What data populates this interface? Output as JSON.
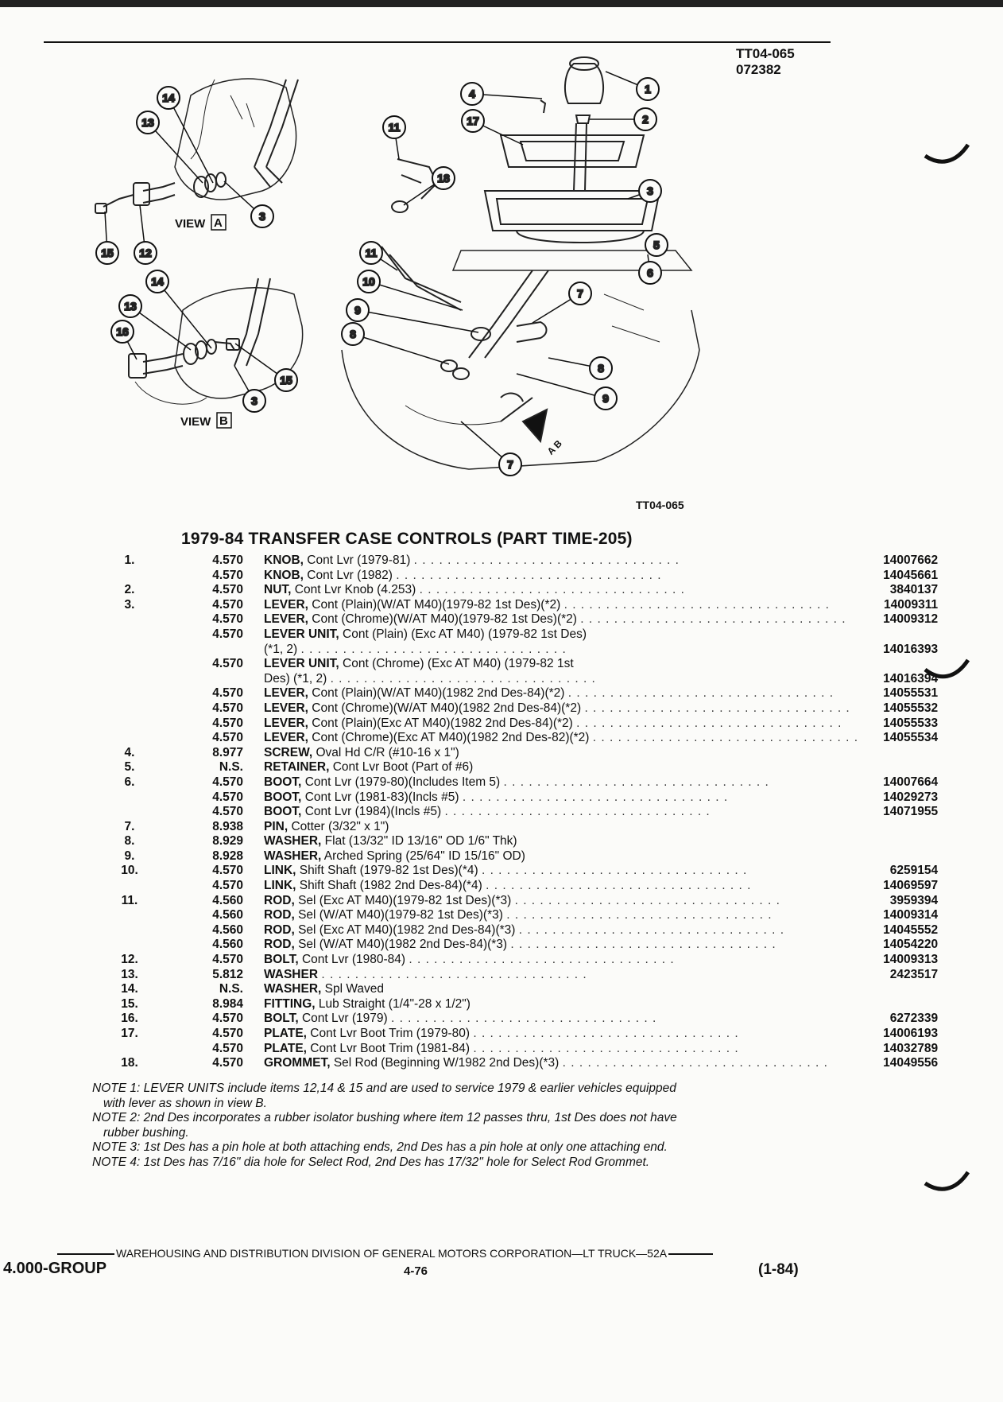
{
  "header": {
    "ref_lines": [
      "TT04-065",
      "072382"
    ]
  },
  "figure": {
    "view_a_label": "VIEW",
    "view_a_letter": "A",
    "view_b_label": "VIEW",
    "view_b_letter": "B",
    "figure_code": "TT04-065",
    "arrow_letters": "A B",
    "callouts_view_a": [
      "14",
      "13",
      "15",
      "12",
      "3"
    ],
    "callouts_view_b": [
      "14",
      "13",
      "16",
      "15",
      "3"
    ],
    "callouts_main": [
      "4",
      "1",
      "2",
      "17",
      "11",
      "18",
      "3",
      "5",
      "6",
      "11",
      "10",
      "9",
      "8",
      "7",
      "8",
      "9",
      "7"
    ]
  },
  "title": "1979-84 TRANSFER CASE CONTROLS (PART TIME-205)",
  "parts": [
    {
      "num": "1.",
      "grp": "4.570",
      "name": "KNOB,",
      "desc": "Cont Lvr (1979-81)",
      "pn": "14007662"
    },
    {
      "num": "",
      "grp": "4.570",
      "name": "KNOB,",
      "desc": "Cont Lvr (1982)",
      "pn": "14045661"
    },
    {
      "num": "2.",
      "grp": "4.570",
      "name": "NUT,",
      "desc": "Cont Lvr Knob (4.253)",
      "pn": "3840137"
    },
    {
      "num": "3.",
      "grp": "4.570",
      "name": "LEVER,",
      "desc": "Cont (Plain)(W/AT M40)(1979-82 1st Des)(*2)",
      "pn": "14009311"
    },
    {
      "num": "",
      "grp": "4.570",
      "name": "LEVER,",
      "desc": "Cont (Chrome)(W/AT M40)(1979-82 1st Des)(*2)",
      "pn": "14009312"
    },
    {
      "num": "",
      "grp": "4.570",
      "name": "LEVER UNIT,",
      "desc": "Cont (Plain) (Exc AT M40) (1979-82 1st Des)",
      "pn": ""
    },
    {
      "num": "",
      "grp": "",
      "name": "",
      "desc": "(*1, 2)",
      "pn": "14016393"
    },
    {
      "num": "",
      "grp": "4.570",
      "name": "LEVER UNIT,",
      "desc": "Cont (Chrome) (Exc AT M40) (1979-82 1st",
      "pn": ""
    },
    {
      "num": "",
      "grp": "",
      "name": "",
      "desc": "Des) (*1, 2)",
      "pn": "14016394"
    },
    {
      "num": "",
      "grp": "4.570",
      "name": "LEVER,",
      "desc": "Cont (Plain)(W/AT M40)(1982 2nd Des-84)(*2)",
      "pn": "14055531"
    },
    {
      "num": "",
      "grp": "4.570",
      "name": "LEVER,",
      "desc": "Cont (Chrome)(W/AT M40)(1982 2nd Des-84)(*2)",
      "pn": "14055532"
    },
    {
      "num": "",
      "grp": "4.570",
      "name": "LEVER,",
      "desc": "Cont (Plain)(Exc AT M40)(1982 2nd Des-84)(*2)",
      "pn": "14055533"
    },
    {
      "num": "",
      "grp": "4.570",
      "name": "LEVER,",
      "desc": "Cont (Chrome)(Exc AT M40)(1982 2nd Des-82)(*2)",
      "pn": "14055534"
    },
    {
      "num": "4.",
      "grp": "8.977",
      "name": "SCREW,",
      "desc": "Oval Hd C/R (#10-16 x 1\")",
      "pn": ""
    },
    {
      "num": "5.",
      "grp": "N.S.",
      "name": "RETAINER,",
      "desc": "Cont Lvr Boot (Part of #6)",
      "pn": ""
    },
    {
      "num": "6.",
      "grp": "4.570",
      "name": "BOOT,",
      "desc": "Cont Lvr (1979-80)(Includes Item 5)",
      "pn": "14007664"
    },
    {
      "num": "",
      "grp": "4.570",
      "name": "BOOT,",
      "desc": "Cont Lvr (1981-83)(Incls #5)",
      "pn": "14029273"
    },
    {
      "num": "",
      "grp": "4.570",
      "name": "BOOT,",
      "desc": "Cont Lvr (1984)(Incls #5)",
      "pn": "14071955"
    },
    {
      "num": "7.",
      "grp": "8.938",
      "name": "PIN,",
      "desc": "Cotter (3/32\" x 1\")",
      "pn": ""
    },
    {
      "num": "8.",
      "grp": "8.929",
      "name": "WASHER,",
      "desc": "Flat (13/32\" ID 13/16\" OD 1/6\" Thk)",
      "pn": ""
    },
    {
      "num": "9.",
      "grp": "8.928",
      "name": "WASHER,",
      "desc": "Arched Spring (25/64\" ID 15/16\" OD)",
      "pn": ""
    },
    {
      "num": "10.",
      "grp": "4.570",
      "name": "LINK,",
      "desc": "Shift Shaft (1979-82 1st Des)(*4)",
      "pn": "6259154"
    },
    {
      "num": "",
      "grp": "4.570",
      "name": "LINK,",
      "desc": "Shift Shaft (1982 2nd Des-84)(*4)",
      "pn": "14069597"
    },
    {
      "num": "11.",
      "grp": "4.560",
      "name": "ROD,",
      "desc": "Sel (Exc AT M40)(1979-82 1st Des)(*3)",
      "pn": "3959394"
    },
    {
      "num": "",
      "grp": "4.560",
      "name": "ROD,",
      "desc": "Sel (W/AT M40)(1979-82 1st Des)(*3)",
      "pn": "14009314"
    },
    {
      "num": "",
      "grp": "4.560",
      "name": "ROD,",
      "desc": "Sel (Exc AT M40)(1982 2nd Des-84)(*3)",
      "pn": "14045552"
    },
    {
      "num": "",
      "grp": "4.560",
      "name": "ROD,",
      "desc": "Sel (W/AT M40)(1982 2nd Des-84)(*3)",
      "pn": "14054220"
    },
    {
      "num": "12.",
      "grp": "4.570",
      "name": "BOLT,",
      "desc": "Cont Lvr (1980-84)",
      "pn": "14009313"
    },
    {
      "num": "13.",
      "grp": "5.812",
      "name": "WASHER",
      "desc": "",
      "pn": "2423517"
    },
    {
      "num": "14.",
      "grp": "N.S.",
      "name": "WASHER,",
      "desc": "Spl Waved",
      "pn": ""
    },
    {
      "num": "15.",
      "grp": "8.984",
      "name": "FITTING,",
      "desc": "Lub Straight (1/4\"-28 x 1/2\")",
      "pn": ""
    },
    {
      "num": "16.",
      "grp": "4.570",
      "name": "BOLT,",
      "desc": "Cont Lvr (1979)",
      "pn": "6272339"
    },
    {
      "num": "17.",
      "grp": "4.570",
      "name": "PLATE,",
      "desc": "Cont Lvr Boot Trim (1979-80)",
      "pn": "14006193"
    },
    {
      "num": "",
      "grp": "4.570",
      "name": "PLATE,",
      "desc": "Cont Lvr Boot Trim (1981-84)",
      "pn": "14032789"
    },
    {
      "num": "18.",
      "grp": "4.570",
      "name": "GROMMET,",
      "desc": "Sel Rod (Beginning W/1982 2nd Des)(*3)",
      "pn": "14049556"
    }
  ],
  "notes": [
    {
      "first": "NOTE 1: LEVER UNITS include items 12,14 & 15 and are used to service 1979 & earlier vehicles equipped",
      "rest": "with lever as shown in view B."
    },
    {
      "first": "NOTE 2: 2nd Des incorporates a rubber isolator bushing where item 12 passes thru, 1st Des does not have",
      "rest": "rubber bushing."
    },
    {
      "first": "NOTE 3: 1st Des has a pin hole at both attaching ends, 2nd Des has a pin hole at only one attaching end.",
      "rest": ""
    },
    {
      "first": "NOTE 4: 1st Des has 7/16\" dia hole for Select Rod, 2nd Des has 17/32\" hole for Select Rod Grommet.",
      "rest": ""
    }
  ],
  "footer": {
    "line": "WAREHOUSING AND DISTRIBUTION DIVISION OF GENERAL MOTORS CORPORATION—LT TRUCK—52A",
    "group": "4.000-GROUP",
    "page": "4-76",
    "date": "(1-84)"
  }
}
